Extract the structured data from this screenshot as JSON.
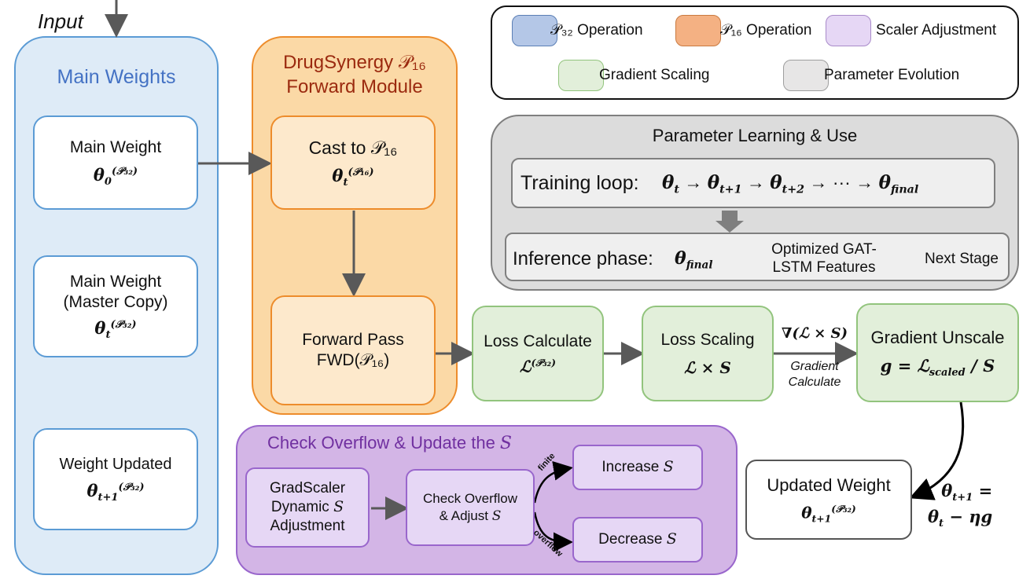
{
  "input_label": "Input",
  "main_weights": {
    "title": "Main Weights",
    "box0": {
      "label": "Main Weight",
      "sym": "θ",
      "sub": "0",
      "sup": "(𝒫₃₂)"
    },
    "box1": {
      "label1": "Main Weight",
      "label2": "(Master Copy)",
      "sym": "θ",
      "sub": "t",
      "sup": "(𝒫₃₂)"
    },
    "box2": {
      "label": "Weight Updated",
      "sym": "θ",
      "sub": "t+1",
      "sup": "(𝒫₃₂)"
    }
  },
  "forward_module": {
    "title1": "DrugSynergy 𝒫₁₆",
    "title2": "Forward Module",
    "cast": {
      "label": "Cast to 𝒫₁₆",
      "sym": "θ",
      "sub": "t",
      "sup": "(𝒫₁₆)"
    },
    "fwd": {
      "label1": "Forward Pass",
      "label2": "FWD(𝒫₁₆)"
    }
  },
  "legend": {
    "p32": "𝒫₃₂ Operation",
    "p16": "𝒫₁₆ Operation",
    "scaler": "Scaler Adjustment",
    "gradient": "Gradient Scaling",
    "evolution": "Parameter Evolution",
    "colors": {
      "p32": "#b4c7e7",
      "p16": "#f4b183",
      "scaler": "#e6d7f5",
      "gradient": "#e2efda",
      "evolution": "#e7e6e6"
    }
  },
  "param_learning": {
    "title": "Parameter Learning & Use",
    "training_label": "Training loop:",
    "training_formula": "θt → θt+1 → θt+2 → ··· → θfinal",
    "inference_label": "Inference phase:",
    "inference_sym": "θfinal",
    "features1": "Optimized GAT-",
    "features2": "LSTM Features",
    "next": "Next Stage"
  },
  "loss_calc": {
    "label": "Loss Calculate",
    "sym": "ℒ",
    "sup": "(𝒫₃₂)"
  },
  "loss_scaling": {
    "label": "Loss Scaling",
    "formula": "ℒ × S"
  },
  "gradient_edge": {
    "formula": "∇(ℒ × S)",
    "label1": "Gradient",
    "label2": "Calculate"
  },
  "grad_unscale": {
    "label": "Gradient Unscale",
    "formula": "g = ℒscaled / S"
  },
  "updated_weight": {
    "label": "Updated Weight",
    "sym": "θ",
    "sub": "t+1",
    "sup": "(𝒫₃₂)"
  },
  "update_rule": {
    "line1": "θt+1 =",
    "line2": "θt − ηg"
  },
  "overflow": {
    "title": "Check Overflow & Update the S",
    "gradscaler1": "GradScaler",
    "gradscaler2": "Dynamic S",
    "gradscaler3": "Adjustment",
    "check1": "Check Overflow",
    "check2": "& Adjust S",
    "increase": "Increase S",
    "decrease": "Decrease S",
    "finite": "finite",
    "overflow_lbl": "overflow"
  }
}
